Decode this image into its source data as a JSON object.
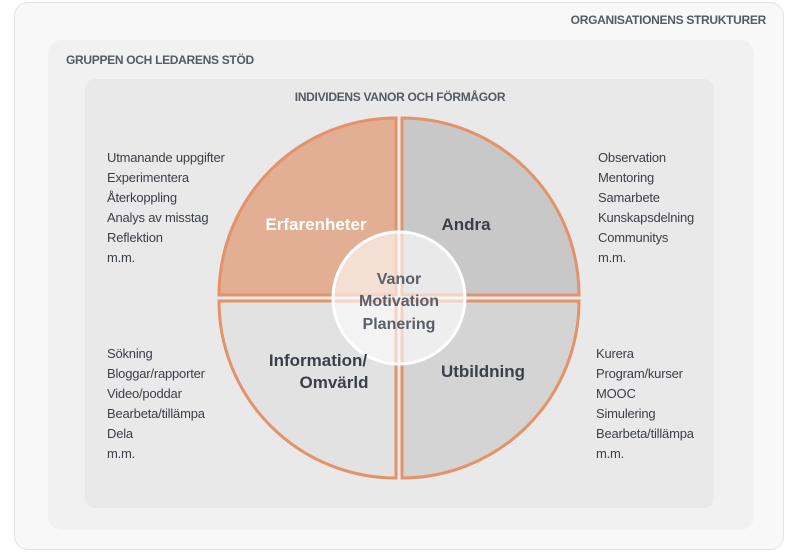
{
  "levels": {
    "outer": "ORGANISATIONENS STRUKTURER",
    "middle": "GRUPPEN OCH LEDARENS STÖD",
    "inner": "INDIVIDENS VANOR OCH FÖRMÅGOR"
  },
  "quadrants": {
    "top_left": {
      "label": "Erfarenheter",
      "items": [
        "Utmanande uppgifter",
        "Experimentera",
        "Återkoppling",
        "Analys av misstag",
        "Reflektion",
        "m.m."
      ]
    },
    "top_right": {
      "label": "Andra",
      "items": [
        "Observation",
        "Mentoring",
        "Samarbete",
        "Kunskapsdelning",
        "Communitys",
        "m.m."
      ]
    },
    "bottom_left": {
      "label_line1": "Information/",
      "label_line2": "Omvärld",
      "items": [
        "Sökning",
        "Bloggar/rapporter",
        "Video/poddar",
        "Bearbeta/tillämpa",
        "Dela",
        "m.m."
      ]
    },
    "bottom_right": {
      "label": "Utbildning",
      "items": [
        "Kurera",
        "Program/kurser",
        "MOOC",
        "Simulering",
        "Bearbeta/tillämpa",
        "m.m."
      ]
    }
  },
  "center": {
    "lines": [
      "Vanor",
      "Motivation",
      "Planering"
    ]
  },
  "colors": {
    "accent": "#e3926a",
    "highlight": "#e2ae94",
    "gray_dark": "#c8c8c8",
    "gray_mid": "#d4d4d4",
    "gray_light": "#e2e2e2"
  }
}
